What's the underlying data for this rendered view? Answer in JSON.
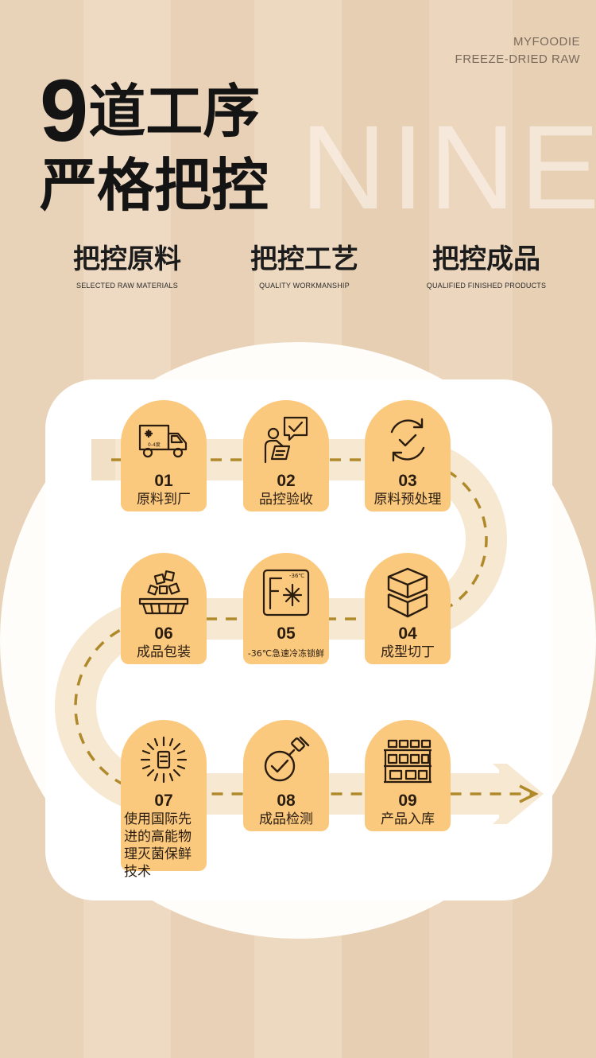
{
  "brand": {
    "line1": "MYFOODIE",
    "line2": "FREEZE-DRIED RAW"
  },
  "headline": {
    "number": "9",
    "line1": "道工序",
    "line2": "严格把控",
    "bg_word": "NINE"
  },
  "pillars": [
    {
      "title": "把控原料",
      "subtitle": "SELECTED RAW MATERIALS"
    },
    {
      "title": "把控工艺",
      "subtitle": "QUALITY WORKMANSHIP"
    },
    {
      "title": "把控成品",
      "subtitle": "QUALIFIED FINISHED PRODUCTS"
    }
  ],
  "steps": [
    {
      "no": "01",
      "label": "原料到厂",
      "icon": "truck-icon",
      "icon_text": "0-4度"
    },
    {
      "no": "02",
      "label": "品控验收",
      "icon": "inspector-icon"
    },
    {
      "no": "03",
      "label": "原料预处理",
      "icon": "cycle-check-icon"
    },
    {
      "no": "04",
      "label": "成型切丁",
      "icon": "cubes-icon"
    },
    {
      "no": "05",
      "label": "-36℃急速冷冻锁鲜",
      "icon": "freezer-icon",
      "icon_text": "-36℃"
    },
    {
      "no": "06",
      "label": "成品包装",
      "icon": "packaging-icon"
    },
    {
      "no": "07",
      "label": "使用国际先进的高能物理灭菌保鲜技术",
      "icon": "sterilize-icon"
    },
    {
      "no": "08",
      "label": "成品检测",
      "icon": "stamp-check-icon"
    },
    {
      "no": "09",
      "label": "产品入库",
      "icon": "warehouse-icon"
    }
  ],
  "colors": {
    "card": "#fbc97e",
    "track": "#f7e8d2",
    "dash": "#b08a2a",
    "text": "#141414"
  }
}
